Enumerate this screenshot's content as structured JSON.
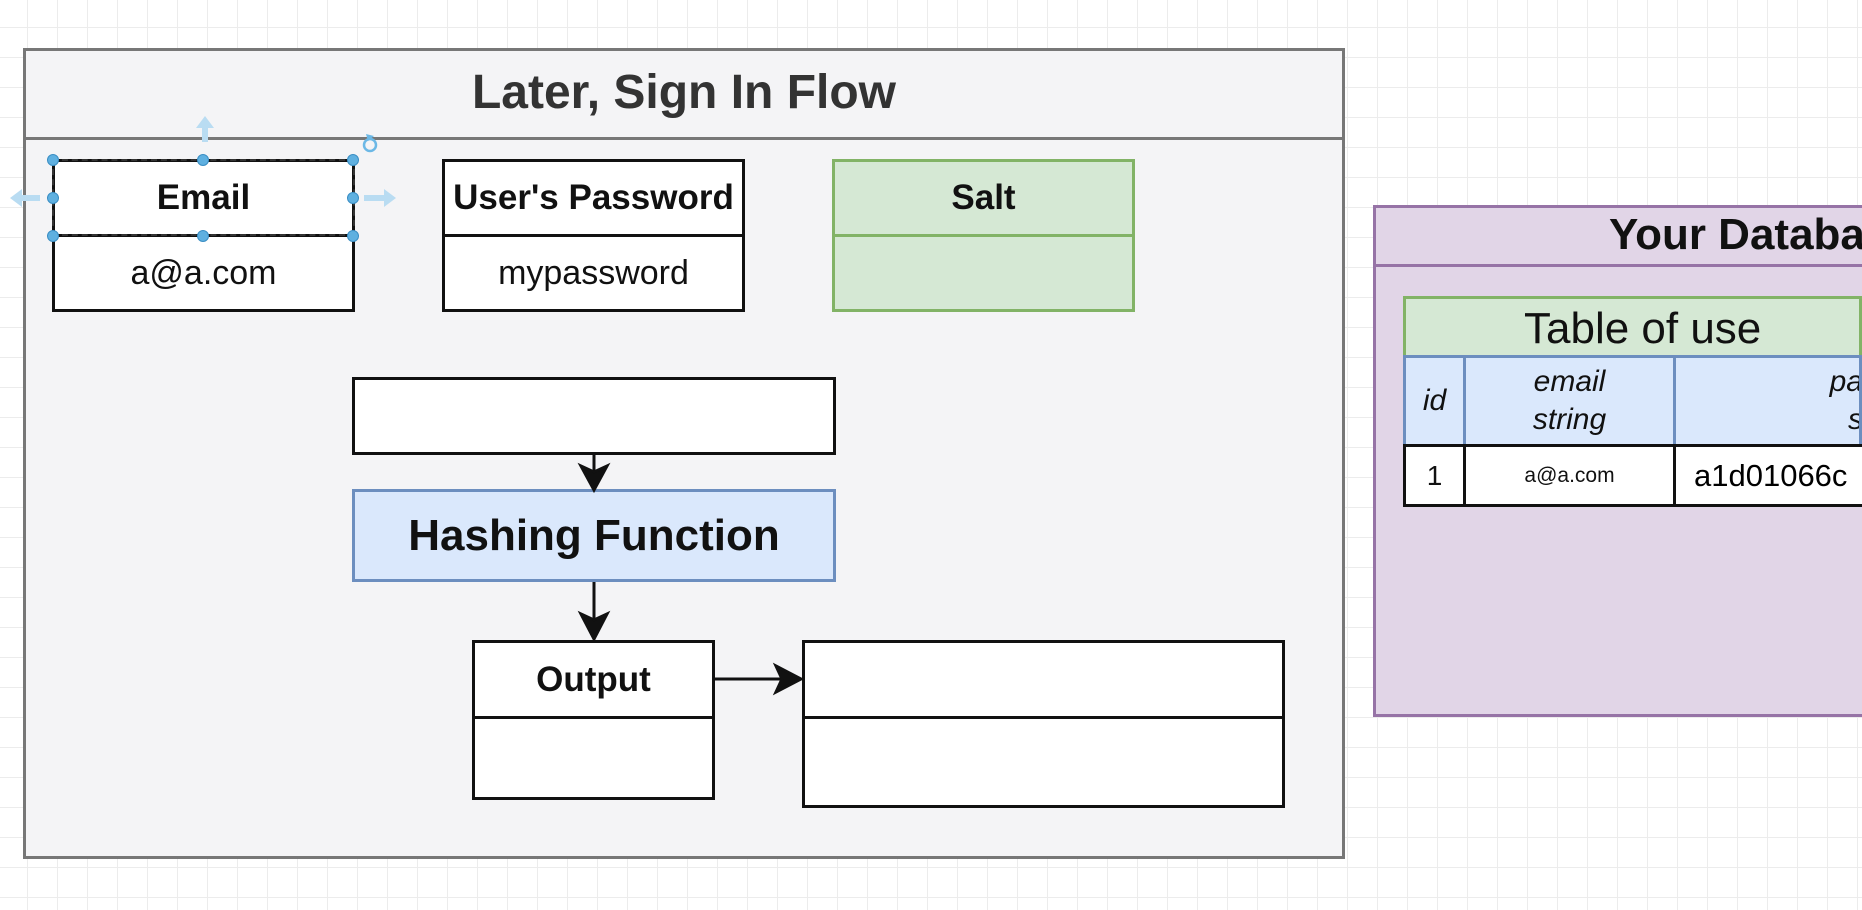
{
  "frame": {
    "title": "Later, Sign In Flow"
  },
  "email_box": {
    "header": "Email",
    "value": "a@a.com"
  },
  "password_box": {
    "header": "User's Password",
    "value": "mypassword"
  },
  "salt_box": {
    "header": "Salt",
    "value": ""
  },
  "input_box": {
    "value": ""
  },
  "hashing": {
    "label": "Hashing Function"
  },
  "output_box": {
    "header": "Output",
    "value": ""
  },
  "result_box": {
    "header": "",
    "value": ""
  },
  "database": {
    "title": "Your Databa",
    "table_title": "Table of use",
    "columns": [
      {
        "label": "id",
        "type": ""
      },
      {
        "label": "email",
        "type": "string"
      },
      {
        "label": "pa",
        "type": "s"
      }
    ],
    "rows": [
      {
        "id": "1",
        "email": "a@a.com",
        "password": "a1d01066c"
      }
    ]
  },
  "colors": {
    "frame_border": "#777777",
    "salt_fill": "#d5e8d4",
    "hash_fill": "#dae8fc",
    "db_fill": "#e1d5e7",
    "selection_handle": "#5fb0e0"
  }
}
